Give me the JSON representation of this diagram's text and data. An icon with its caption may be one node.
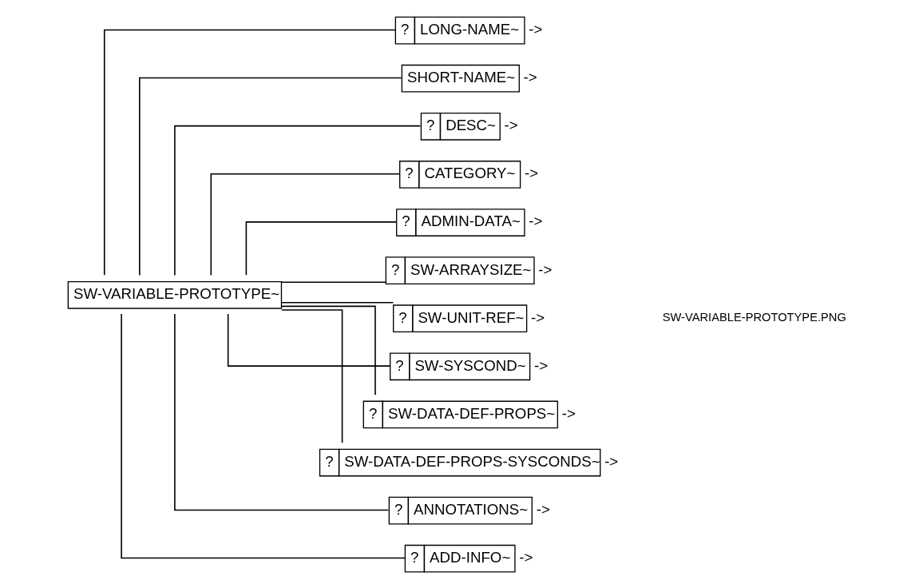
{
  "diagram": {
    "nodes": [
      {
        "text": [
          "SW-VARIABLE-PROTOTYPE~"
        ]
      },
      {
        "text": [
          "?",
          "LONG-NAME~"
        ],
        "beside": [
          "->"
        ]
      },
      {
        "text": [
          "SHORT-NAME~"
        ],
        "beside": [
          "->"
        ]
      },
      {
        "text": [
          "?",
          "DESC~"
        ],
        "beside": [
          "->"
        ]
      },
      {
        "text": [
          "?",
          "CATEGORY~"
        ],
        "beside": [
          "->"
        ]
      },
      {
        "text": [
          "?",
          "ADMIN-DATA~"
        ],
        "beside": [
          "->"
        ]
      },
      {
        "text": [
          "?",
          "SW-ARRAYSIZE~"
        ],
        "beside": [
          "->"
        ]
      },
      {
        "text": [
          "?",
          "SW-UNIT-REF~"
        ],
        "beside": [
          "->"
        ]
      },
      {
        "text": [
          "?",
          "SW-SYSCOND~"
        ],
        "beside": [
          "->"
        ]
      },
      {
        "text": [
          "?",
          "SW-DATA-DEF-PROPS~"
        ],
        "beside": [
          "->"
        ]
      },
      {
        "text": [
          "?",
          "SW-DATA-DEF-PROPS-SYSCONDS~"
        ],
        "beside": [
          "->"
        ]
      },
      {
        "text": [
          "?",
          "ANNOTATIONS~"
        ],
        "beside": [
          "->"
        ]
      },
      {
        "text": [
          "?",
          "ADD-INFO~"
        ],
        "beside": [
          "->"
        ]
      }
    ],
    "edges": [
      {
        "from": 0,
        "to": 1,
        "arrow": "none"
      },
      {
        "from": 0,
        "to": 2,
        "arrow": "none"
      },
      {
        "from": 0,
        "to": 3,
        "arrow": "none"
      },
      {
        "from": 0,
        "to": 4,
        "arrow": "none"
      },
      {
        "from": 0,
        "to": 5,
        "arrow": "none"
      },
      {
        "from": 0,
        "to": 6,
        "arrow": "none"
      },
      {
        "from": 0,
        "to": 7,
        "arrow": "none"
      },
      {
        "from": 0,
        "to": 8,
        "arrow": "none"
      },
      {
        "from": 0,
        "to": 9,
        "arrow": "none"
      },
      {
        "from": 0,
        "to": 10,
        "arrow": "none"
      },
      {
        "from": 0,
        "to": 11,
        "arrow": "none"
      },
      {
        "from": 0,
        "to": 12,
        "arrow": "none"
      }
    ],
    "labels": [
      "SW-VARIABLE-PROTOTYPE.PNG"
    ]
  }
}
